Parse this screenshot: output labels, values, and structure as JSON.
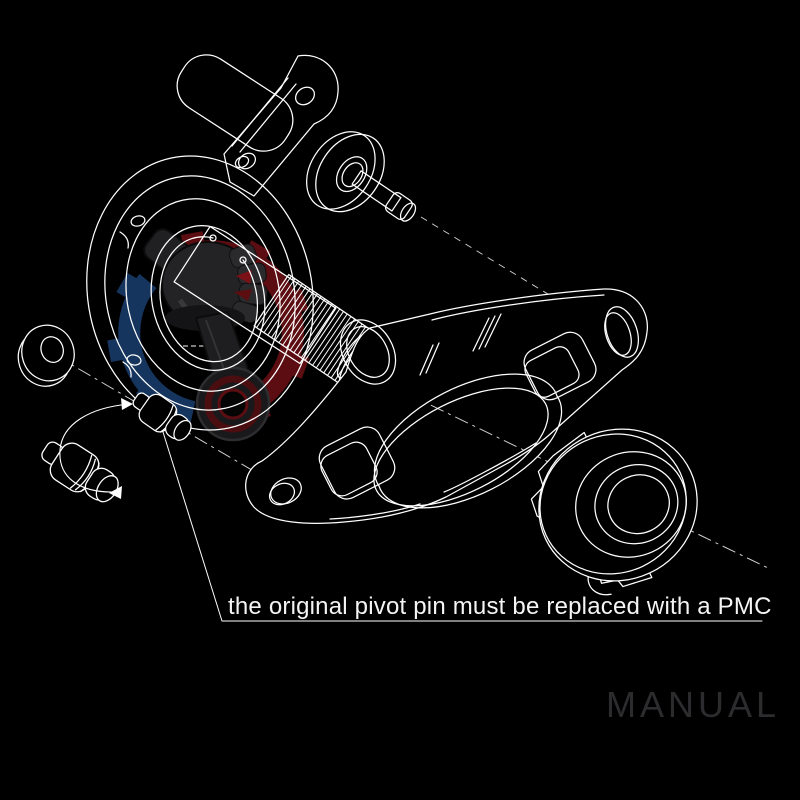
{
  "annotation": {
    "text": "the original pivot pin must be replaced with a PMC"
  },
  "brand": {
    "label": "MANUAL"
  },
  "colors": {
    "background": "#000000",
    "drawing_line": "#ffffff",
    "annotation_text": "#f4f4f4",
    "brand_text": "#2c2c2f",
    "logo_blue": "#16355e",
    "logo_red": "#6e1015",
    "logo_dark": "#1f1f21"
  },
  "parts": [
    "cover-plate",
    "slave-cylinder",
    "pushrod",
    "seal-ring",
    "input-cylinder",
    "splined-shaft",
    "release-arm",
    "release-bearing",
    "washer",
    "original-pivot-pin",
    "replacement-pivot-pin",
    "swap-arrow",
    "centerlines",
    "leader-line",
    "logo-watermark"
  ]
}
